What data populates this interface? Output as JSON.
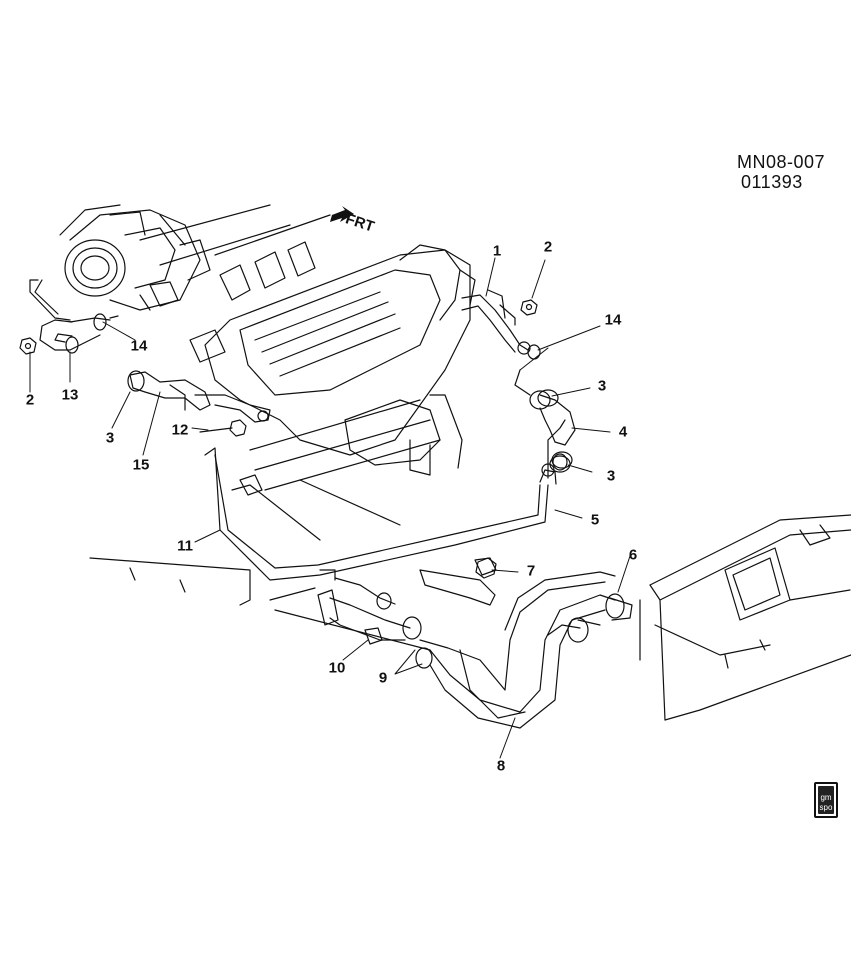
{
  "header": {
    "diagram_code": "MN08-007",
    "date_code": "011393"
  },
  "direction_label": "FRT",
  "callouts": {
    "c1": "1",
    "c2a": "2",
    "c2b": "2",
    "c3a": "3",
    "c3b": "3",
    "c3c": "3",
    "c4": "4",
    "c5": "5",
    "c6": "6",
    "c7": "7",
    "c8": "8",
    "c9": "9",
    "c10": "10",
    "c11": "11",
    "c12": "12",
    "c13": "13",
    "c14a": "14",
    "c14b": "14",
    "c15": "15"
  },
  "logo": {
    "top": "gm",
    "bottom": "spo"
  },
  "colors": {
    "ink": "#111111",
    "paper": "#ffffff"
  }
}
